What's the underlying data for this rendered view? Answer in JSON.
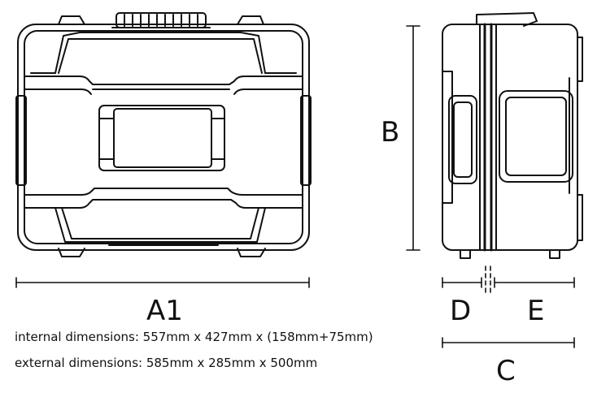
{
  "labels": {
    "a1": "A1",
    "b": "B",
    "c": "C",
    "d": "D",
    "e": "E"
  },
  "specs": {
    "internal": "internal dimensions: 557mm x 427mm x (158mm+75mm)",
    "external": "external dimensions: 585mm x 285mm x 500mm"
  },
  "colors": {
    "stroke": "#111111",
    "background": "#ffffff"
  }
}
